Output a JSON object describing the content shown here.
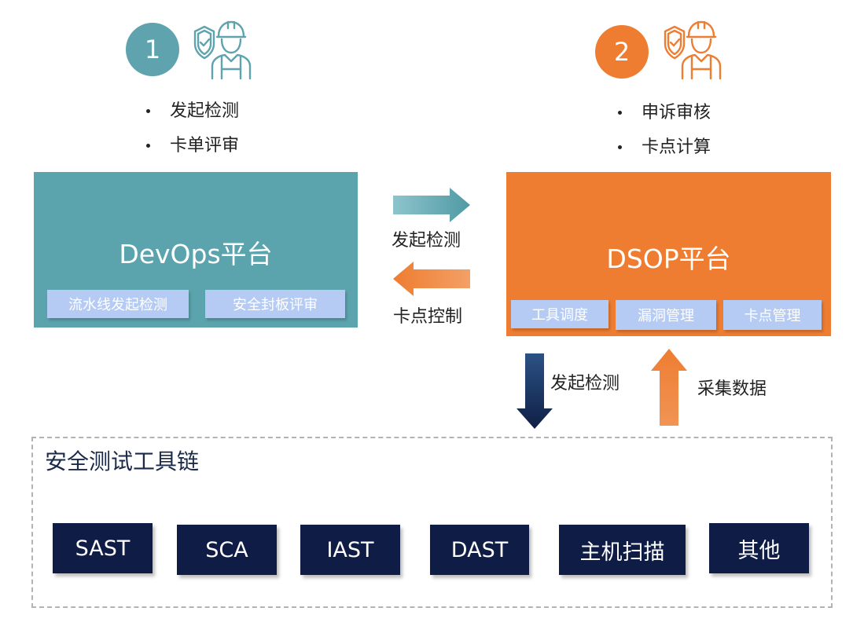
{
  "colors": {
    "teal": "#5ba4ad",
    "orange": "#ee7d31",
    "chip": "#b5cbf4",
    "navy": "#0f1c46",
    "arrow_down": "#1f3a6b"
  },
  "step1": {
    "number": "1",
    "icon": "security-worker-icon",
    "bullets": [
      "发起检测",
      "卡单评审"
    ]
  },
  "step2": {
    "number": "2",
    "icon": "security-worker-icon",
    "bullets": [
      "申诉审核",
      "卡点计算"
    ]
  },
  "devops": {
    "title": "DevOps平台",
    "chips": [
      "流水线发起检测",
      "安全封板评审"
    ]
  },
  "dsop": {
    "title": "DSOP平台",
    "chips": [
      "工具调度",
      "漏洞管理",
      "卡点管理"
    ]
  },
  "arrows": {
    "right_label": "发起检测",
    "left_label": "卡点控制",
    "down_label": "发起检测",
    "up_label": "采集数据"
  },
  "toolchain": {
    "title": "安全测试工具链",
    "tools": [
      "SAST",
      "SCA",
      "IAST",
      "DAST",
      "主机扫描",
      "其他"
    ]
  }
}
